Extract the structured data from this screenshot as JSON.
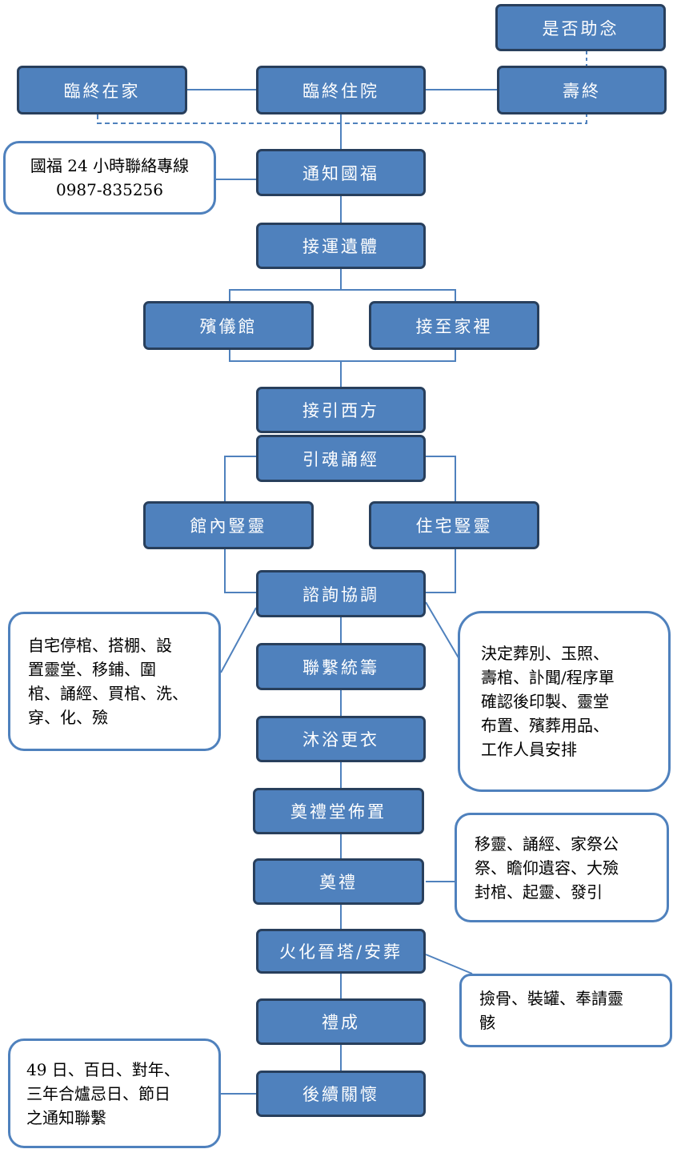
{
  "nodes": {
    "help_chant": "是否助念",
    "at_home": "臨終在家",
    "in_hospital": "臨終住院",
    "passed_away": "壽終",
    "notify": "通知國福",
    "transport": "接運遺體",
    "funeral_home": "殯儀館",
    "to_home": "接至家裡",
    "guide_west": "接引西方",
    "soul_chant": "引魂誦經",
    "hall_spirit": "館內豎靈",
    "home_spirit": "住宅豎靈",
    "consult": "諮詢協調",
    "coordinate": "聯繫統籌",
    "bathe_dress": "沐浴更衣",
    "hall_setup": "奠禮堂佈置",
    "ceremony": "奠禮",
    "cremation": "火化晉塔/安葬",
    "complete": "禮成",
    "follow_up": "後續關懷"
  },
  "notes": {
    "hotline": [
      "國福 24 小時聯絡專線",
      "0987-835256"
    ],
    "home_tasks": [
      "自宅停棺、搭棚、設",
      "置靈堂、移鋪、圍",
      "棺、誦經、買棺、洗、",
      "穿、化、殮"
    ],
    "decisions": [
      "決定葬別、玉照、",
      "壽棺、訃聞/程序單",
      "確認後印製、靈堂",
      "布置、殯葬用品、",
      "工作人員安排"
    ],
    "ceremony_tasks": [
      "移靈、誦經、家祭公",
      "祭、瞻仰遺容、大殮",
      "封棺、起靈、發引"
    ],
    "bones": [
      "撿骨、裝罐、奉請靈",
      "骸"
    ],
    "follow_up_tasks": [
      "49 日、百日、對年、",
      "三年合爐忌日、節日",
      "之通知聯繫"
    ]
  },
  "colors": {
    "box_fill": "#4f81bd",
    "box_border": "#283f5c",
    "connector": "#4f81bd",
    "note_border": "#4f81bd"
  }
}
